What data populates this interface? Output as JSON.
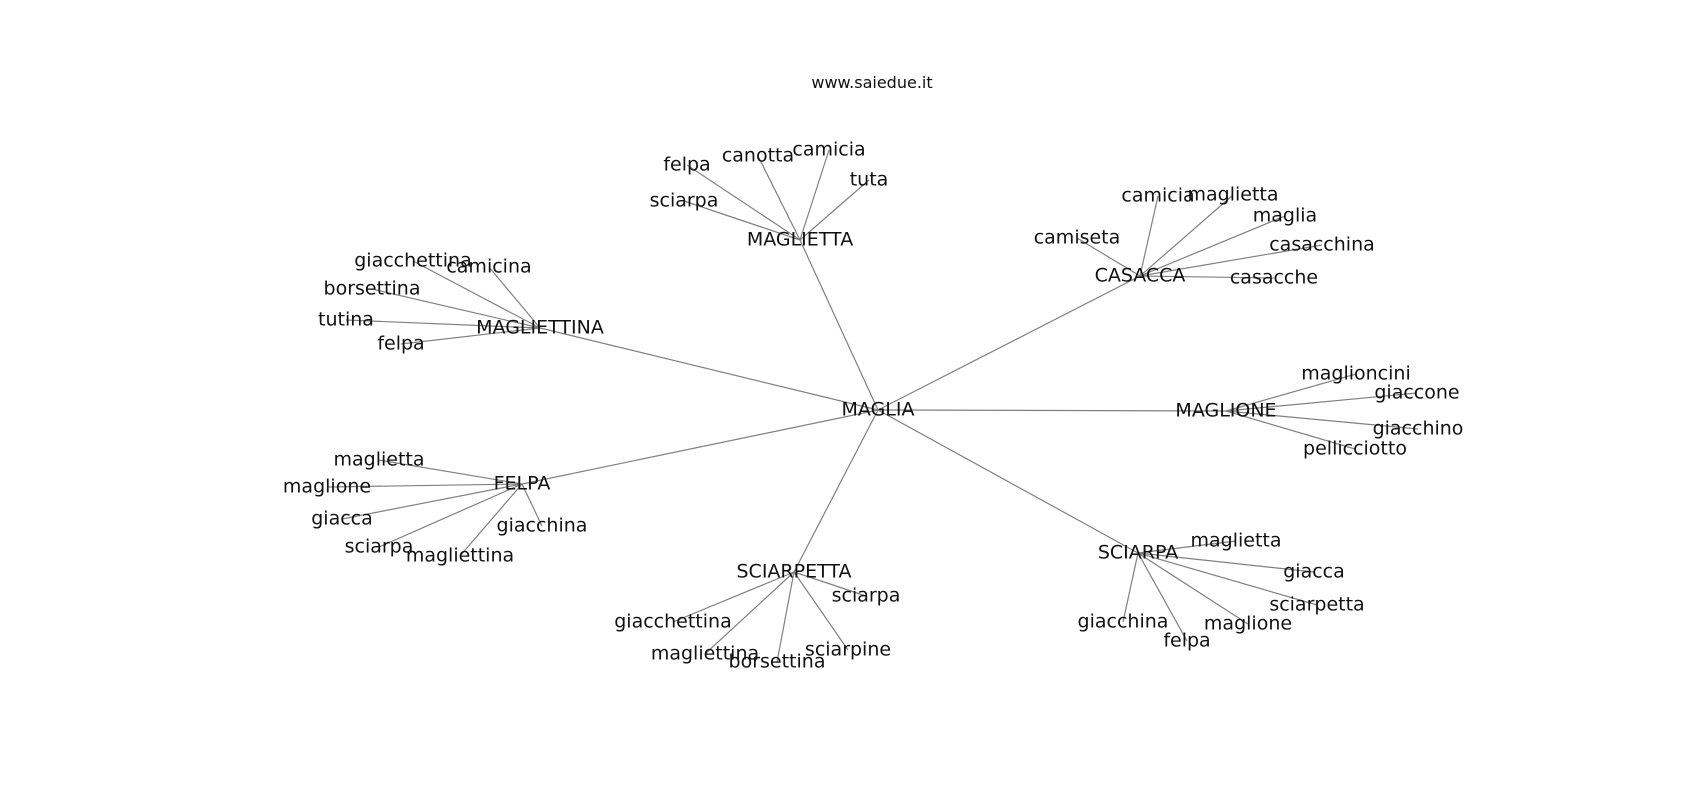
{
  "watermark": "www.saiedue.it",
  "colors": {
    "edge": "#808080",
    "text": "#111111",
    "background": "#ffffff"
  },
  "root": "MAGLIA",
  "groups": [
    {
      "name": "MAGLIETTA",
      "children": [
        "felpa",
        "canotta",
        "camicia",
        "tuta",
        "sciarpa"
      ]
    },
    {
      "name": "CASACCA",
      "children": [
        "camicia",
        "maglietta",
        "maglia",
        "camiseta",
        "casacchina",
        "casacche"
      ]
    },
    {
      "name": "MAGLIETTINA",
      "children": [
        "giacchettina",
        "camicina",
        "borsettina",
        "tutina",
        "felpa"
      ]
    },
    {
      "name": "MAGLIONE",
      "children": [
        "maglioncini",
        "giaccone",
        "giacchino",
        "pellicciotto"
      ]
    },
    {
      "name": "FELPA",
      "children": [
        "maglietta",
        "maglione",
        "giacca",
        "giacchina",
        "sciarpa",
        "magliettina"
      ]
    },
    {
      "name": "SCIARPETTA",
      "children": [
        "sciarpa",
        "giacchettina",
        "magliettina",
        "borsettina",
        "sciarpine"
      ]
    },
    {
      "name": "SCIARPA",
      "children": [
        "maglietta",
        "giacca",
        "sciarpetta",
        "giacchina",
        "maglione",
        "felpa"
      ]
    }
  ]
}
